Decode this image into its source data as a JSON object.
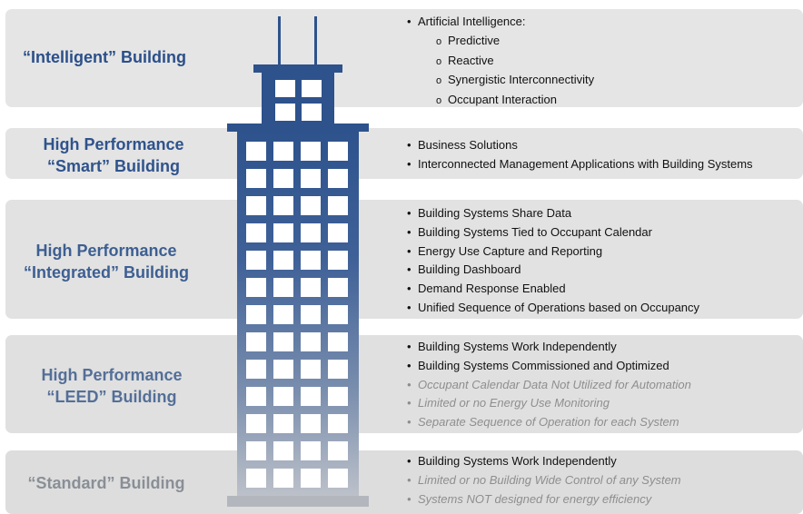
{
  "colors": {
    "band_top": "#e5e5e5",
    "band_bottom": "#dcdcdc",
    "title_dark_blue": "#2b4f8a",
    "title_mid_blue": "#4f6c96",
    "title_grey": "#8a8f96",
    "tower_top": "#2d528c",
    "tower_bottom": "#bcc0c6"
  },
  "tiers": [
    {
      "title_line1": "“Intelligent” Building",
      "title_line2": "",
      "bullets": [
        {
          "text": "Artificial Intelligence:",
          "level": 1,
          "style": "regular"
        },
        {
          "text": "Predictive",
          "level": 2,
          "style": "regular"
        },
        {
          "text": "Reactive",
          "level": 2,
          "style": "regular"
        },
        {
          "text": "Synergistic Interconnectivity",
          "level": 2,
          "style": "regular"
        },
        {
          "text": "Occupant Interaction",
          "level": 2,
          "style": "regular"
        }
      ]
    },
    {
      "title_line1": "High Performance",
      "title_line2": "“Smart” Building",
      "bullets": [
        {
          "text": "Business Solutions",
          "level": 1,
          "style": "regular"
        },
        {
          "text": "Interconnected Management Applications with Building Systems",
          "level": 1,
          "style": "regular"
        }
      ]
    },
    {
      "title_line1": "High Performance",
      "title_line2": "“Integrated” Building",
      "bullets": [
        {
          "text": "Building Systems Share Data",
          "level": 1,
          "style": "regular"
        },
        {
          "text": "Building Systems Tied to Occupant Calendar",
          "level": 1,
          "style": "regular"
        },
        {
          "text": "Energy Use Capture and Reporting",
          "level": 1,
          "style": "regular"
        },
        {
          "text": "Building Dashboard",
          "level": 1,
          "style": "regular"
        },
        {
          "text": "Demand Response Enabled",
          "level": 1,
          "style": "regular"
        },
        {
          "text": "Unified Sequence of Operations based on Occupancy",
          "level": 1,
          "style": "regular"
        }
      ]
    },
    {
      "title_line1": "High Performance",
      "title_line2": "“LEED” Building",
      "bullets": [
        {
          "text": "Building Systems Work Independently",
          "level": 1,
          "style": "regular"
        },
        {
          "text": "Building Systems Commissioned and Optimized",
          "level": 1,
          "style": "regular"
        },
        {
          "text": "Occupant Calendar Data Not Utilized for Automation",
          "level": 1,
          "style": "dim"
        },
        {
          "text": "Limited or no Energy Use Monitoring",
          "level": 1,
          "style": "dim"
        },
        {
          "text": "Separate Sequence of Operation for each System",
          "level": 1,
          "style": "dim"
        }
      ]
    },
    {
      "title_line1": "“Standard” Building",
      "title_line2": "",
      "bullets": [
        {
          "text": "Building Systems Work Independently",
          "level": 1,
          "style": "regular"
        },
        {
          "text": "Limited or no Building Wide Control of any System",
          "level": 1,
          "style": "dim"
        },
        {
          "text": "Systems NOT designed for energy efficiency",
          "level": 1,
          "style": "dim"
        }
      ]
    }
  ],
  "markers": {
    "level1": "•",
    "level2": "o"
  }
}
